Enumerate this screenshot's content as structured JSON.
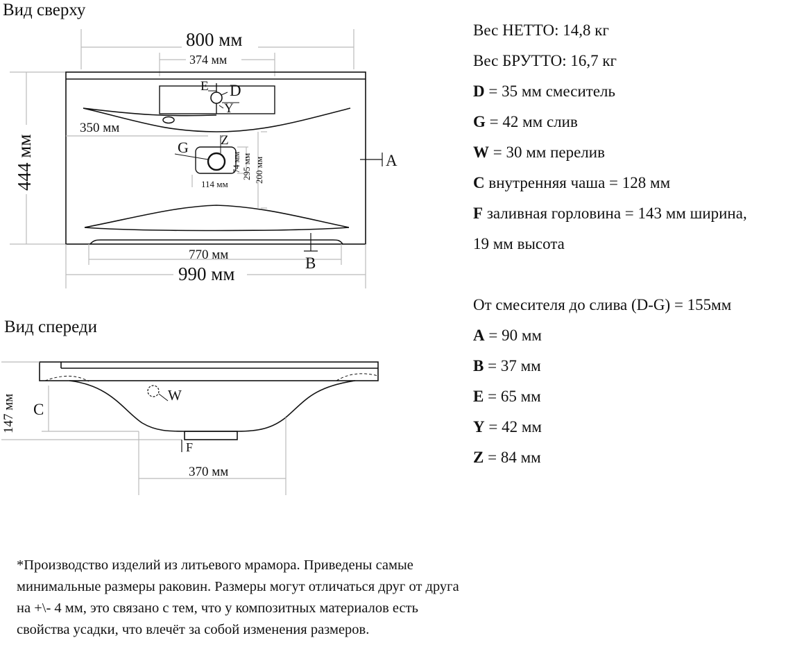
{
  "top_view": {
    "title": "Вид сверху",
    "dim_width_top": "800 мм",
    "dim_mixer_zone": "374 мм",
    "label_E": "E",
    "label_D": "D",
    "label_Y": "Y",
    "dim_350": "350 мм",
    "label_G": "G",
    "label_Z": "Z",
    "dim_74": "74 мм",
    "dim_295": "295 мм",
    "dim_200": "200 мм",
    "dim_114": "114 мм",
    "dim_444": "444 мм",
    "label_A": "A",
    "dim_770": "770 мм",
    "label_B": "B",
    "dim_990": "990 мм"
  },
  "front_view": {
    "title": "Вид спереди",
    "dim_147": "147 мм",
    "label_C": "C",
    "label_W": "W",
    "label_F": "F",
    "dim_370": "370 мм"
  },
  "specs": [
    {
      "key": "",
      "text": "Вес НЕТТО: 14,8 кг"
    },
    {
      "key": "",
      "text": "Вес БРУТТО: 16,7 кг"
    },
    {
      "key": "D",
      "text": " = 35 мм смеситель"
    },
    {
      "key": "G",
      "text": " = 42 мм слив"
    },
    {
      "key": "W",
      "text": " = 30 мм перелив"
    },
    {
      "key": "C",
      "text": " внутренняя чаша = 128 мм"
    },
    {
      "key": "F",
      "text": " заливная горловина = 143 мм ширина,"
    },
    {
      "key": "",
      "text": "19 мм высота"
    }
  ],
  "distance": "От смесителя до слива (D-G) = 155мм",
  "dims": [
    {
      "key": "A",
      "text": " = 90 мм"
    },
    {
      "key": "B",
      "text": " = 37 мм"
    },
    {
      "key": "E",
      "text": " = 65 мм"
    },
    {
      "key": "Y",
      "text": " = 42 мм"
    },
    {
      "key": "Z",
      "text": " = 84 мм"
    }
  ],
  "footnote": "*Производство изделий из литьевого мрамора. Приведены самые минимальные размеры раковин. Размеры могут отличаться друг от друга на +\\- 4 мм, это связано с тем, что у композитных материалов есть свойства усадки, что влечёт за собой изменения размеров."
}
